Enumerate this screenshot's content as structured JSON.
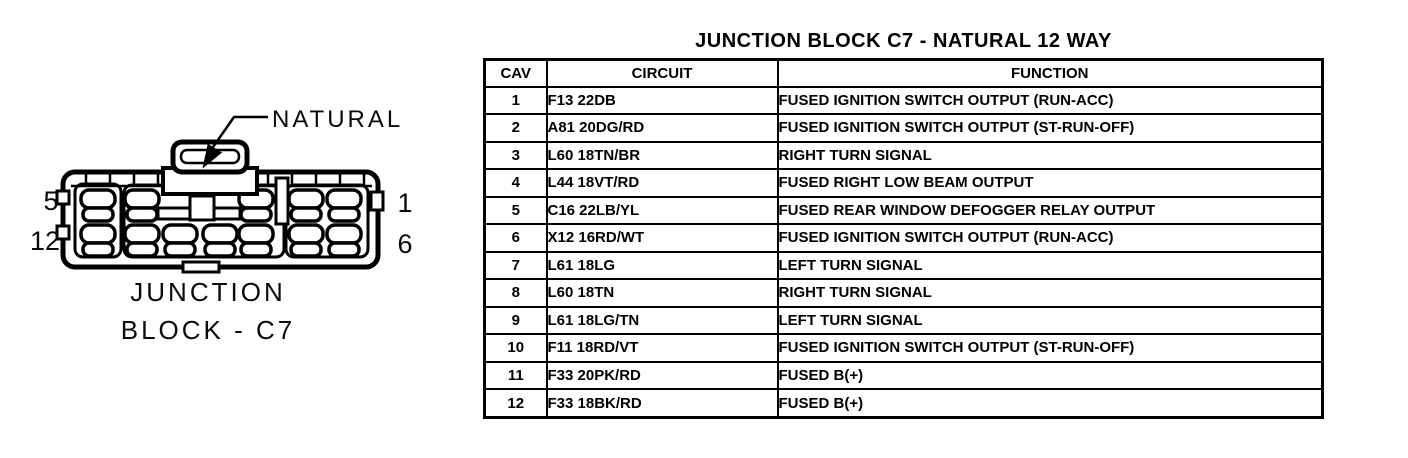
{
  "diagram": {
    "color_label": "NATURAL",
    "caption_line1": "JUNCTION",
    "caption_line2": "BLOCK - C7",
    "pin_labels": {
      "top_left": "5",
      "bottom_left": "12",
      "top_right": "1",
      "bottom_right": "6"
    }
  },
  "table": {
    "title": "JUNCTION BLOCK C7 - NATURAL 12 WAY",
    "columns": [
      "CAV",
      "CIRCUIT",
      "FUNCTION"
    ],
    "rows": [
      {
        "cav": "1",
        "circuit": "F13 22DB",
        "function": "FUSED IGNITION SWITCH OUTPUT (RUN-ACC)"
      },
      {
        "cav": "2",
        "circuit": "A81 20DG/RD",
        "function": "FUSED IGNITION SWITCH OUTPUT (ST-RUN-OFF)"
      },
      {
        "cav": "3",
        "circuit": "L60 18TN/BR",
        "function": "RIGHT TURN SIGNAL"
      },
      {
        "cav": "4",
        "circuit": "L44 18VT/RD",
        "function": "FUSED RIGHT LOW BEAM OUTPUT"
      },
      {
        "cav": "5",
        "circuit": "C16 22LB/YL",
        "function": "FUSED REAR WINDOW DEFOGGER RELAY OUTPUT"
      },
      {
        "cav": "6",
        "circuit": "X12 16RD/WT",
        "function": "FUSED IGNITION SWITCH OUTPUT (RUN-ACC)"
      },
      {
        "cav": "7",
        "circuit": "L61 18LG",
        "function": "LEFT TURN SIGNAL"
      },
      {
        "cav": "8",
        "circuit": "L60 18TN",
        "function": "RIGHT TURN SIGNAL"
      },
      {
        "cav": "9",
        "circuit": "L61 18LG/TN",
        "function": "LEFT TURN SIGNAL"
      },
      {
        "cav": "10",
        "circuit": "F11 18RD/VT",
        "function": "FUSED IGNITION SWITCH OUTPUT (ST-RUN-OFF)"
      },
      {
        "cav": "11",
        "circuit": "F33 20PK/RD",
        "function": "FUSED B(+)"
      },
      {
        "cav": "12",
        "circuit": "F33 18BK/RD",
        "function": "FUSED B(+)"
      }
    ]
  },
  "colors": {
    "ink": "#000000",
    "paper": "#ffffff"
  }
}
